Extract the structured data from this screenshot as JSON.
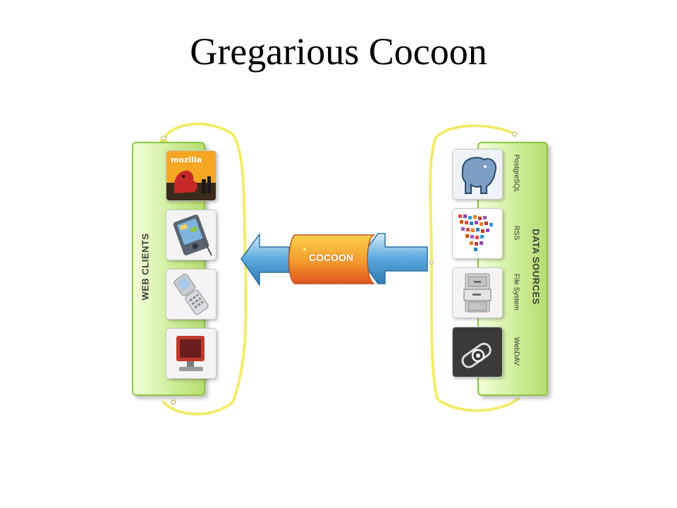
{
  "title": "Gregarious Cocoon",
  "diagram": {
    "web_clients": {
      "heading": "WEB CLIENTS",
      "items": [
        {
          "icon": "mozilla-icon",
          "text": "mozilla"
        },
        {
          "icon": "pda-icon"
        },
        {
          "icon": "mobile-phone-icon"
        },
        {
          "icon": "computer-monitor-icon"
        }
      ]
    },
    "center": {
      "label": "COCOON"
    },
    "data_sources": {
      "heading": "DATA SOURCES",
      "items": [
        {
          "icon": "postgresql-elephant-icon",
          "label": "PostgreSQL"
        },
        {
          "icon": "rss-icon",
          "label": "RSS"
        },
        {
          "icon": "filing-cabinet-icon",
          "label": "File System"
        },
        {
          "icon": "webdav-icon",
          "label": "WebDAV"
        }
      ]
    },
    "colors": {
      "panel_green": "#b6dd72",
      "connector_yellow": "#f2ec6b",
      "cocoon_orange": "#f07a2a",
      "arrow_blue": "#5aa8dc"
    }
  }
}
